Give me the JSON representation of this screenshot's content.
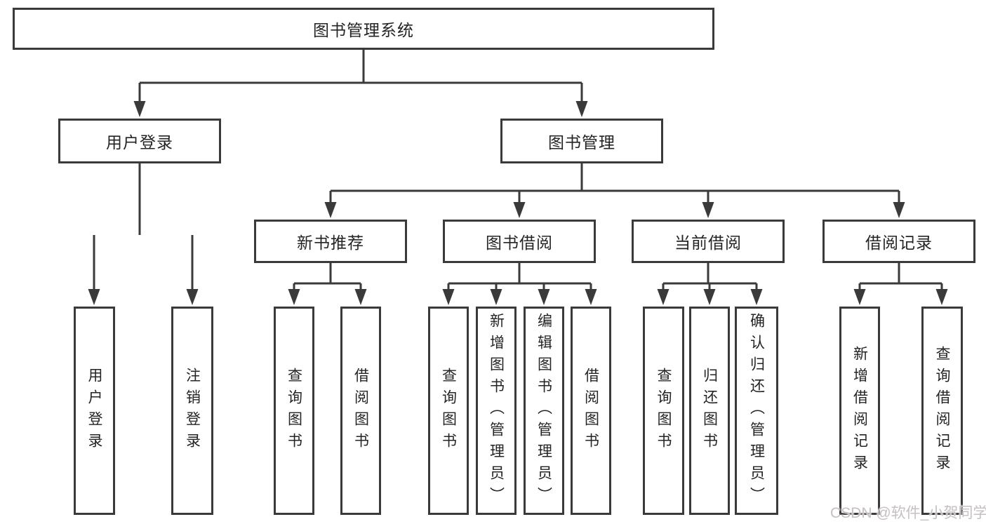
{
  "tree": {
    "root": {
      "label": "图书管理系统"
    },
    "branches": [
      {
        "label": "用户登录",
        "children": [
          {
            "label": "用户登录"
          },
          {
            "label": "注销登录"
          }
        ]
      },
      {
        "label": "图书管理",
        "children": [
          {
            "label": "新书推荐",
            "children": [
              {
                "label": "查询图书"
              },
              {
                "label": "借阅图书"
              }
            ]
          },
          {
            "label": "图书借阅",
            "children": [
              {
                "label": "查询图书"
              },
              {
                "label": "新增图书（管理员）"
              },
              {
                "label": "编辑图书（管理员）"
              },
              {
                "label": "借阅图书"
              }
            ]
          },
          {
            "label": "当前借阅",
            "children": [
              {
                "label": "查询图书"
              },
              {
                "label": "归还图书"
              },
              {
                "label": "确认归还（管理员）"
              }
            ]
          },
          {
            "label": "借阅记录",
            "children": [
              {
                "label": "新增借阅记录"
              },
              {
                "label": "查询借阅记录"
              }
            ]
          }
        ]
      }
    ]
  },
  "watermark": {
    "text": "CSDN @软件_小贺同学"
  },
  "colors": {
    "line": "#3a3a3a",
    "box_border": "#3a3a3a",
    "text": "#242424",
    "watermark": "#c6c0c0",
    "background": "#ffffff"
  }
}
